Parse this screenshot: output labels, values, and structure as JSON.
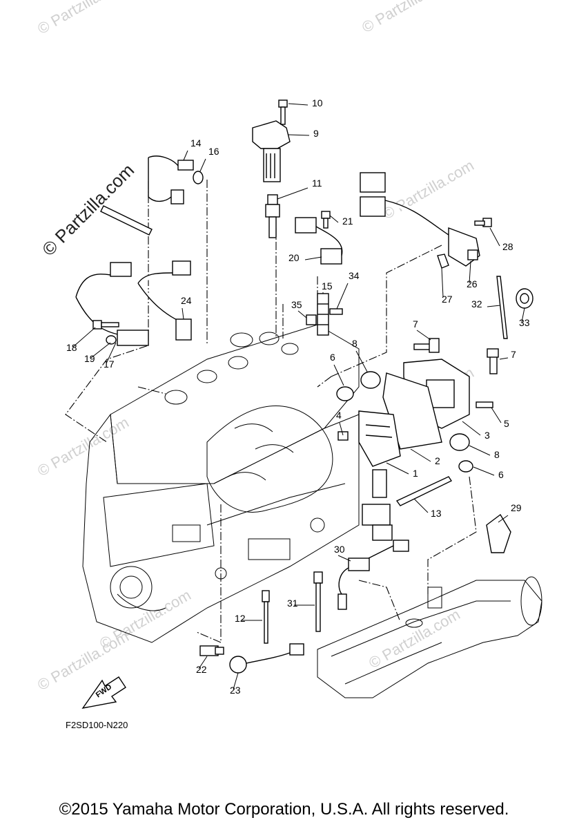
{
  "watermarks": {
    "brand_large": "© Partzilla.com",
    "brand_small": "© Partzilla.com"
  },
  "callouts": [
    "1",
    "2",
    "3",
    "4",
    "5",
    "6",
    "6",
    "7",
    "7",
    "8",
    "8",
    "9",
    "10",
    "11",
    "12",
    "13",
    "14",
    "15",
    "16",
    "17",
    "18",
    "19",
    "20",
    "21",
    "22",
    "23",
    "24",
    "26",
    "27",
    "28",
    "29",
    "30",
    "31",
    "32",
    "33",
    "34",
    "35"
  ],
  "direction_badge": "FWD",
  "drawing_code": "F2SD100-N220",
  "copyright": "©2015  Yamaha Motor Corporation, U.S.A. All rights reserved."
}
